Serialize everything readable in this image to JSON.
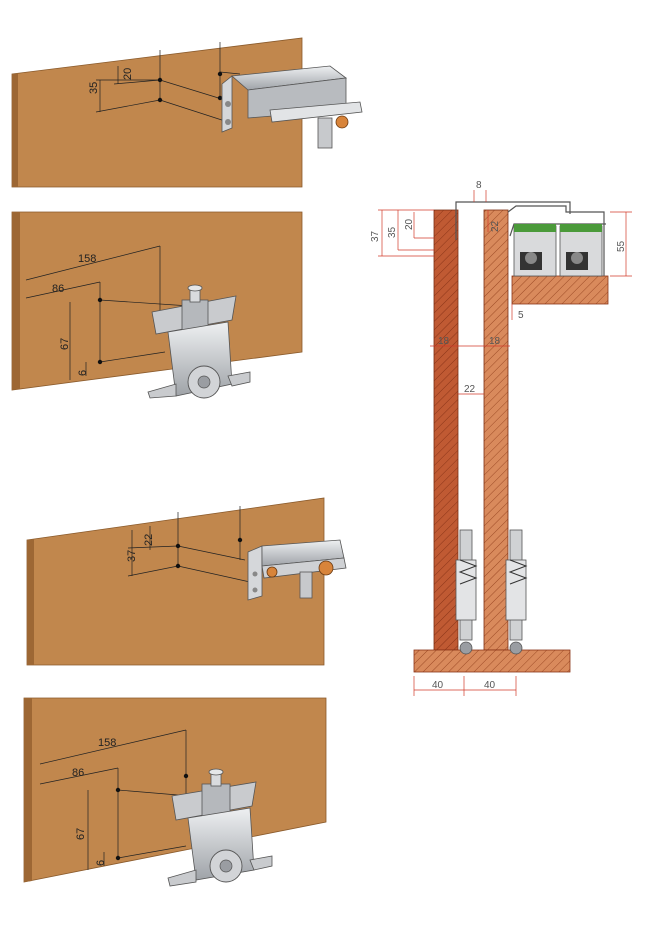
{
  "colors": {
    "wood_face": "#c1874d",
    "wood_edge": "#9d6734",
    "wood_top": "#d7a068",
    "cross_section": "#b4502a",
    "dimension_red": "#d23a2a",
    "dimension_black": "#222222",
    "hardware": "#c8c9cc",
    "roller_green": "#4b9a3a"
  },
  "panels": [
    {
      "id": "top-fitting",
      "dims": [
        "35",
        "20"
      ]
    },
    {
      "id": "bottom-fitting",
      "dims": [
        "158",
        "86",
        "67",
        "6"
      ]
    },
    {
      "id": "top-fitting-2",
      "dims": [
        "37",
        "22"
      ]
    },
    {
      "id": "bottom-fitting-2",
      "dims": [
        "158",
        "86",
        "67",
        "6"
      ]
    }
  ],
  "section": {
    "dims": {
      "d8": "8",
      "d37": "37",
      "d35": "35",
      "d20": "20",
      "d22_top": "22",
      "d55": "55",
      "d5": "5",
      "d18_left": "18",
      "d18_right": "18",
      "d22_mid": "22",
      "d40_left": "40",
      "d40_right": "40"
    }
  }
}
